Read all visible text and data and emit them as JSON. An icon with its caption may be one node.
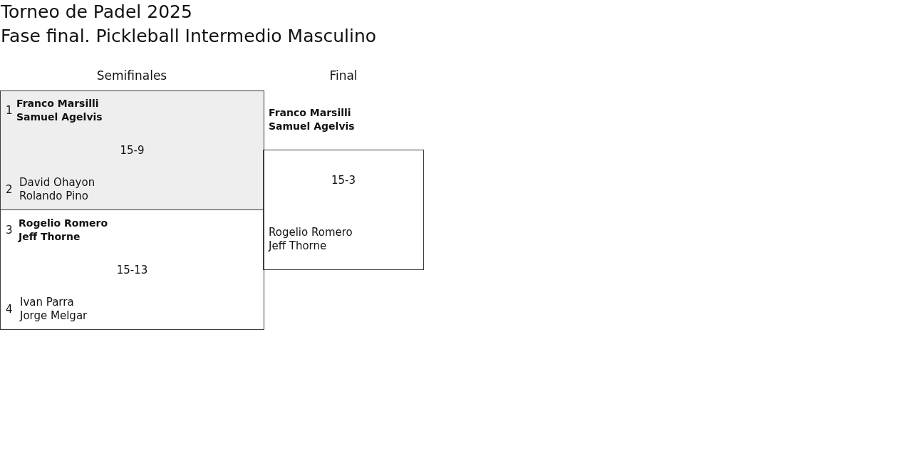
{
  "diagram": {
    "title": "Torneo de Padel 2025",
    "nodes": [
      {
        "text": [
          "15-9"
        ]
      },
      {
        "text": [
          "Franco Marsilli",
          "Samuel Agelvis"
        ],
        "in": 0,
        "beside": [
          "1"
        ]
      },
      {
        "text": [
          "David Ohayon",
          "Rolando Pino"
        ],
        "in": 0,
        "beside": [
          "2"
        ]
      },
      {
        "text": [
          "15-13"
        ]
      },
      {
        "text": [
          "Rogelio Romero",
          "Jeff Thorne"
        ],
        "in": 3,
        "beside": [
          "3"
        ]
      },
      {
        "text": [
          "Ivan Parra",
          "Jorge Melgar"
        ],
        "in": 3,
        "beside": [
          "4"
        ]
      },
      {
        "text": [
          "Franco Marsilli",
          "Samuel Agelvis"
        ]
      },
      {
        "text": [
          "15-3"
        ]
      },
      {
        "text": [
          "Rogelio Romero",
          "Jeff Thorne"
        ],
        "in": 7
      }
    ],
    "labels": [
      "Fase final. Pickleball Intermedio Masculino",
      "Semifinales",
      "Final"
    ]
  }
}
